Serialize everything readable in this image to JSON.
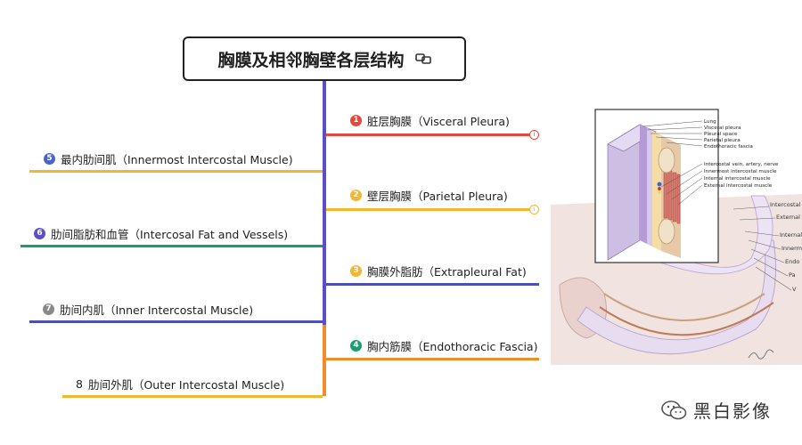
{
  "title": "胸膜及相邻胸壁各层结构",
  "colors": {
    "red": "#e8473b",
    "yellow": "#f2b630",
    "purple": "#4b4fb8",
    "orange": "#f08c2a",
    "blue": "#4a63c9",
    "green": "#1c9c73",
    "violet": "#5b4fc9",
    "gray": "#8a8a8a"
  },
  "right_nodes": [
    {
      "num": "1",
      "label": "脏层胸膜（Visceral Pleura)",
      "end_icon": "info-icon"
    },
    {
      "num": "2",
      "label": "壁层胸膜（Parietal Pleura)",
      "end_icon": "info-icon"
    },
    {
      "num": "3",
      "label": "胸膜外脂肪（Extrapleural Fat)"
    },
    {
      "num": "4",
      "label": "胸内筋膜（Endothoracic Fascia)"
    }
  ],
  "left_nodes": [
    {
      "num": "5",
      "label": "最内肋间肌（Innermost Intercostal Muscle)"
    },
    {
      "num": "6",
      "label": "肋间脂肪和血管（Intercosal Fat and Vessels)"
    },
    {
      "num": "7",
      "label": "肋间内肌（Inner Intercostal Muscle)"
    },
    {
      "num": "8",
      "label": "肋间外肌（Outer Intercostal Muscle)"
    }
  ],
  "illustration": {
    "inset_labels": [
      "Lung",
      "Visceral pleura",
      "Pleural space",
      "Parietal pleura",
      "Endothoracic fascia",
      "Intercostal vein, artery, nerve",
      "Innermost intercostal muscle",
      "Internal intercostal muscle",
      "External intercostal muscle"
    ],
    "side_labels": [
      "Intercostal v",
      "External i",
      "Internal i",
      "Innerm",
      "Endo",
      "Pa",
      "V"
    ]
  },
  "watermark": "黑白影像"
}
